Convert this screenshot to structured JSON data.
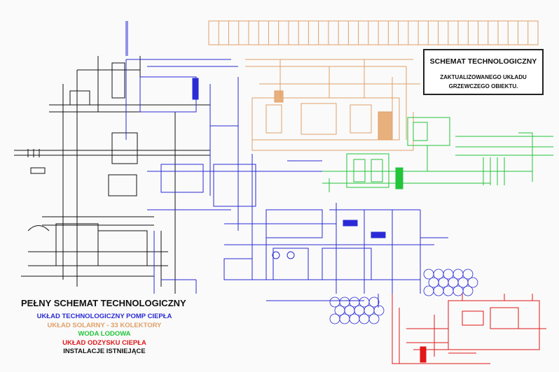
{
  "colors": {
    "background": "#fafafa",
    "heat_pump": "#2a2ad6",
    "solar": "#e0a068",
    "chilled_water": "#22c43a",
    "heat_recovery": "#e01818",
    "existing": "#111111"
  },
  "title_box": {
    "line1": "SCHEMAT TECHNOLOGICZNY",
    "line2": "ZAKTUALIZOWANEGO UKŁADU",
    "line3": "GRZEWCZEGO OBIEKTU."
  },
  "legend": {
    "title": "PEŁNY SCHEMAT TECHNOLOGICZNY",
    "items": [
      {
        "label": "UKŁAD TECHNOLOGICZNY POMP CIEPŁA",
        "color": "#2a2ad6"
      },
      {
        "label": "UKŁAD SOLARNY - 33 KOLEKTORY",
        "color": "#e0a068"
      },
      {
        "label": "WODA LODOWA",
        "color": "#22c43a"
      },
      {
        "label": "UKŁAD ODZYSKU CIEPŁA",
        "color": "#e01818"
      },
      {
        "label": "INSTALACJE ISTNIEJĄCE",
        "color": "#111111"
      }
    ]
  }
}
